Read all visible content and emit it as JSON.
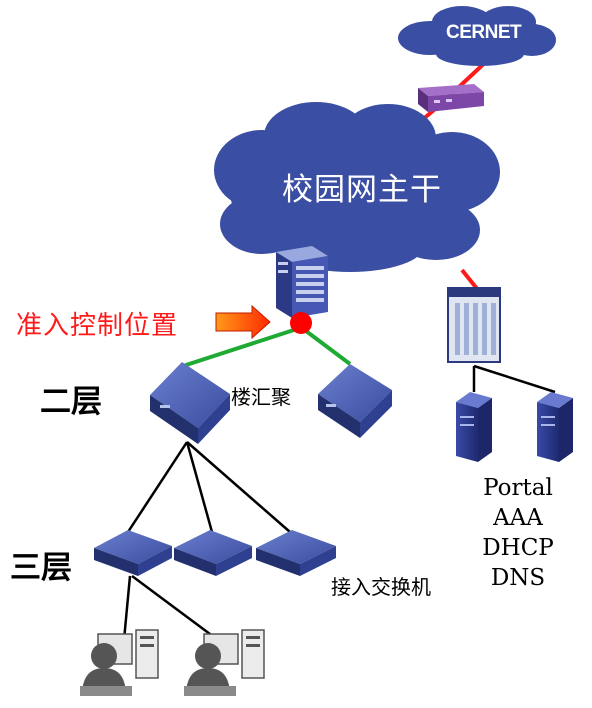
{
  "labels": {
    "cernet": "CERNET",
    "backbone": "校园网主干",
    "access_control_position": "准入控制位置",
    "layer_two": "二层",
    "layer_three": "三层",
    "building_aggregation": "楼汇聚",
    "access_switch": "接入交换机"
  },
  "services": [
    "Portal",
    "AAA",
    "DHCP",
    "DNS"
  ],
  "colors": {
    "cloud": "#3a4fa3",
    "cloud_text": "#ffffff",
    "wan_link": "#ff1a1a",
    "uplink": "#1faa33",
    "lan_link": "#000000",
    "access_point": "#ff0000",
    "arrow": "#ff1a1a",
    "highlight_text": "#ff1a1a",
    "switch": "#3d4f9c",
    "server": "#2e3d8f",
    "user": "#555555"
  },
  "icons": [
    "cloud-icon",
    "firewall-icon",
    "core-switch-icon",
    "chassis-switch-icon",
    "aggregation-switch-icon",
    "access-switch-icon",
    "server-icon",
    "user-terminal-icon",
    "arrow-icon"
  ]
}
